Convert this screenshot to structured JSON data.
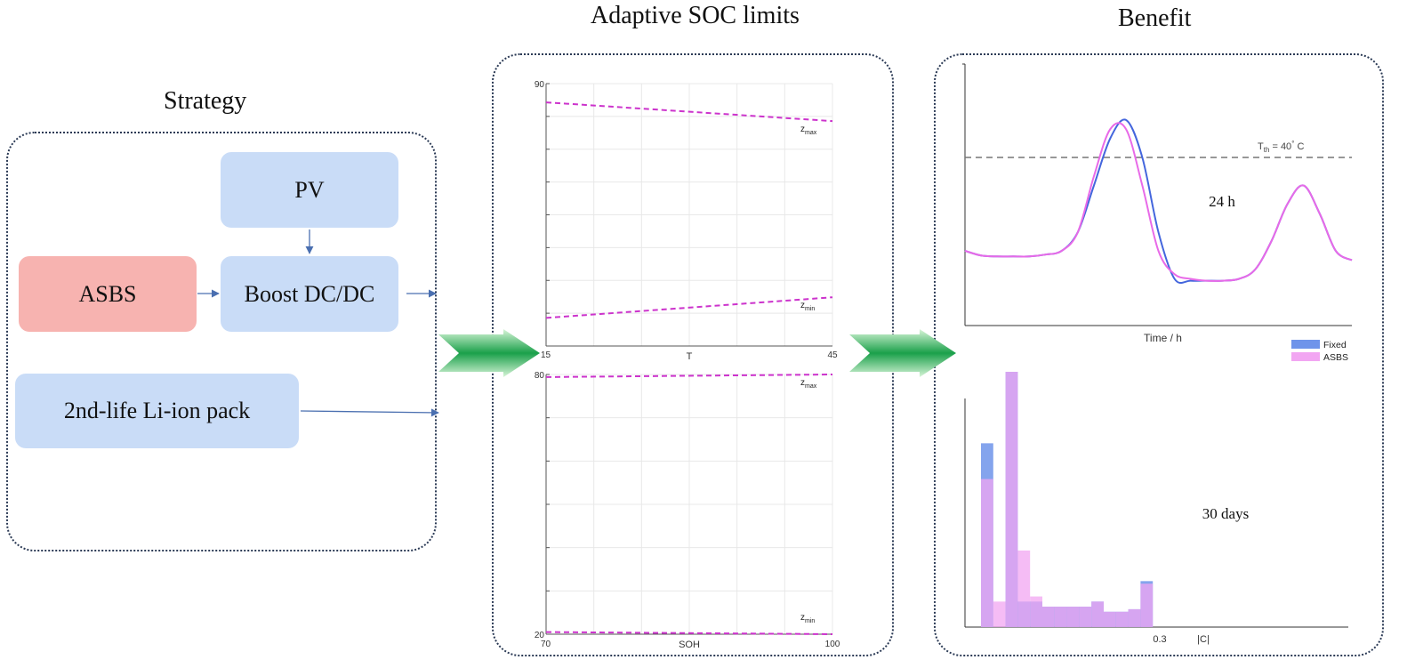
{
  "sections": {
    "strategy": "Strategy",
    "adaptive": "Adaptive SOC limits",
    "benefit": "Benefit"
  },
  "strategy": {
    "pv": "PV",
    "asbs": "ASBS",
    "boost": "Boost DC/DC",
    "pack": "2nd-life Li-ion pack"
  },
  "colors": {
    "block_blue": "#c9dcf7",
    "block_red": "#f7b3b0",
    "arrow_green": "#1aa04a",
    "dashed_magenta": "#cc33cc",
    "fixed_blue": "#6f94ea",
    "asbs_pink": "#f2a6f2"
  },
  "icons": {
    "flow_arrow_1": "green-chevron-arrow-icon",
    "flow_arrow_2": "green-chevron-arrow-icon"
  },
  "chart_data": [
    {
      "type": "line",
      "x": [
        15,
        45
      ],
      "xlabel": "T",
      "xlim": [
        15,
        45
      ],
      "ylim": [
        20,
        90
      ],
      "x_ticks": [
        "15",
        "45"
      ],
      "y_ticks": [
        "90"
      ],
      "grid": true,
      "series": [
        {
          "name": "zmax",
          "label_main": "z",
          "label_sub": "max",
          "values": [
            85,
            80
          ]
        },
        {
          "name": "zmin",
          "label_main": "z",
          "label_sub": "min",
          "values": [
            27.5,
            33
          ]
        }
      ]
    },
    {
      "type": "line",
      "x": [
        70,
        100
      ],
      "xlabel": "SOH",
      "xlim": [
        70,
        100
      ],
      "ylim": [
        20,
        80
      ],
      "x_ticks": [
        "70",
        "100"
      ],
      "y_ticks": [
        "80",
        "20"
      ],
      "grid": true,
      "series": [
        {
          "name": "zmax",
          "label_main": "z",
          "label_sub": "max",
          "values": [
            79.4,
            80
          ]
        },
        {
          "name": "zmin",
          "label_main": "z",
          "label_sub": "min",
          "values": [
            20.5,
            20
          ]
        }
      ]
    },
    {
      "type": "line",
      "xlabel": "Time / h",
      "annotation": "24  h",
      "threshold": {
        "label_main": "T",
        "label_sub": "th",
        "label_rest": " = 40",
        "label_deg": "°",
        "label_unit": " C",
        "value": 40
      },
      "x": [
        0,
        1,
        2,
        3,
        4,
        5,
        6,
        7,
        8,
        9,
        10,
        11,
        12,
        13,
        14,
        15,
        16,
        17,
        18,
        19,
        20,
        21,
        22,
        23,
        24
      ],
      "series": [
        {
          "name": "Fixed",
          "values": [
            30,
            29.5,
            29.4,
            29.4,
            29.4,
            29.6,
            30,
            32,
            37,
            42,
            44,
            40,
            32,
            27,
            26.8,
            26.8,
            26.8,
            27,
            28,
            31,
            35,
            37,
            34,
            30,
            29
          ]
        },
        {
          "name": "ASBS",
          "values": [
            30,
            29.5,
            29.4,
            29.4,
            29.4,
            29.6,
            30,
            32,
            38,
            43,
            43,
            37,
            30,
            27.5,
            27,
            26.8,
            26.8,
            27,
            28,
            31,
            35,
            37,
            34,
            30,
            29
          ]
        }
      ]
    },
    {
      "type": "bar",
      "xlabel": "|C|",
      "x_ticks": [
        "0.3"
      ],
      "annotation": "30 days",
      "legend": [
        "Fixed",
        "ASBS"
      ],
      "legend_position": "right",
      "bins": [
        0.0,
        0.025,
        0.05,
        0.075,
        0.1,
        0.125,
        0.15,
        0.175,
        0.2,
        0.225,
        0.25,
        0.275,
        0.3,
        0.325
      ],
      "series": [
        {
          "name": "Fixed",
          "values": [
            0,
            72,
            0,
            100,
            10,
            10,
            8,
            8,
            8,
            8,
            10,
            6,
            6,
            7,
            18
          ]
        },
        {
          "name": "ASBS",
          "values": [
            0,
            58,
            10,
            100,
            30,
            12,
            8,
            8,
            8,
            8,
            10,
            6,
            6,
            7,
            17
          ]
        }
      ]
    }
  ]
}
